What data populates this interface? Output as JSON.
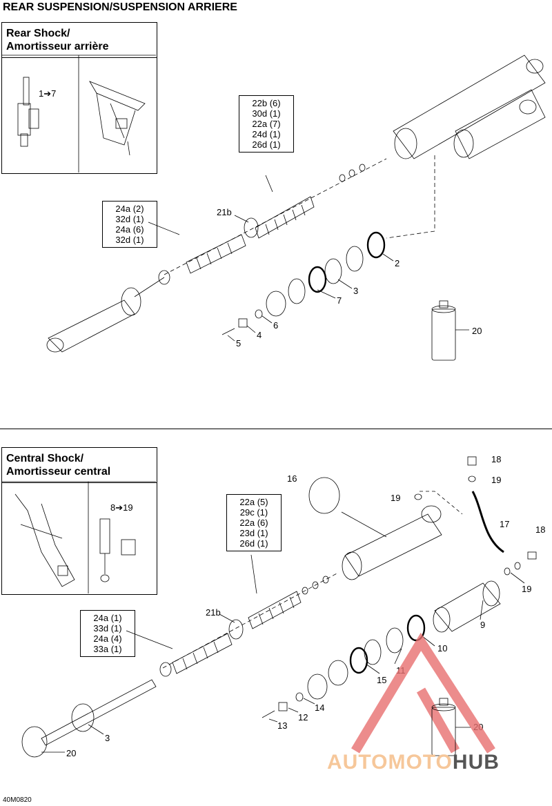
{
  "page_title": "REAR SUSPENSION/SUSPENSION ARRIERE",
  "rear": {
    "header_line1": "Rear Shock/",
    "header_line2": "Amortisseur arrière",
    "range_label": "1➔7",
    "callout_top": [
      "22b (6)",
      "30d (1)",
      "22a (7)",
      "24d (1)",
      "26d (1)"
    ],
    "callout_left": [
      "24a (2)",
      "32d (1)",
      "24a (6)",
      "32d (1)"
    ],
    "labels": {
      "l21b": "21b",
      "l2": "2",
      "l3": "3",
      "l7": "7",
      "l6": "6",
      "l4": "4",
      "l5": "5",
      "l20": "20"
    }
  },
  "central": {
    "header_line1": "Central Shock/",
    "header_line2": "Amortisseur central",
    "range_label": "8➔19",
    "callout_top": [
      "22a (5)",
      "29c (1)",
      "22a (6)",
      "23d (1)",
      "26d (1)"
    ],
    "callout_left": [
      "24a (1)",
      "33d (1)",
      "24a (4)",
      "33a (1)"
    ],
    "labels": {
      "l16": "16",
      "l18a": "18",
      "l19a": "19",
      "l19b": "19",
      "l17": "17",
      "l18b": "18",
      "l19c": "19",
      "l9": "9",
      "l10": "10",
      "l11": "11",
      "l15": "15",
      "l21b": "21b",
      "l14": "14",
      "l12": "12",
      "l13": "13",
      "l3": "3",
      "l20a": "20",
      "l20b": "20"
    }
  },
  "watermark": {
    "part1": "AUTOMOTO",
    "part2": "HUB",
    "color1": "#f6c79a",
    "color2": "#555555",
    "triangle_color": "#e87070"
  },
  "footer_code": "40M0820"
}
